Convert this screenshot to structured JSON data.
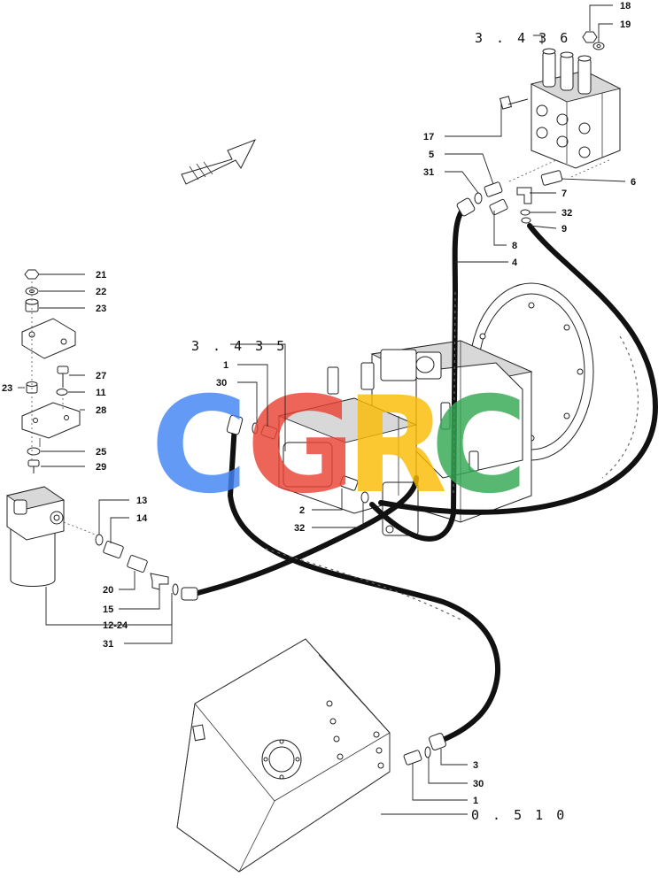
{
  "references": {
    "valve": "3 . 4 3 6",
    "pump": "3 . 4 3 5",
    "tank": "0 . 5 1 0"
  },
  "callouts": {
    "c18": "18",
    "c19": "19",
    "c17": "17",
    "c5": "5",
    "c31a": "31",
    "c6": "6",
    "c7": "7",
    "c32a": "32",
    "c9": "9",
    "c8": "8",
    "c4": "4",
    "c21": "21",
    "c22": "22",
    "c23a": "23",
    "c27": "27",
    "c23b": "23",
    "c11": "11",
    "c28": "28",
    "c25": "25",
    "c29": "29",
    "c1a": "1",
    "c30a": "30",
    "c2": "2",
    "c32b": "32",
    "c13": "13",
    "c14": "14",
    "c20": "20",
    "c15": "15",
    "c1224": "12-24",
    "c31b": "31",
    "c3": "3",
    "c30b": "30",
    "c1b": "1"
  },
  "watermark": {
    "letters": [
      "C",
      "G",
      "R",
      "C"
    ],
    "colors": [
      "#4285F4",
      "#EA4335",
      "#FBBC05",
      "#34A853"
    ]
  }
}
